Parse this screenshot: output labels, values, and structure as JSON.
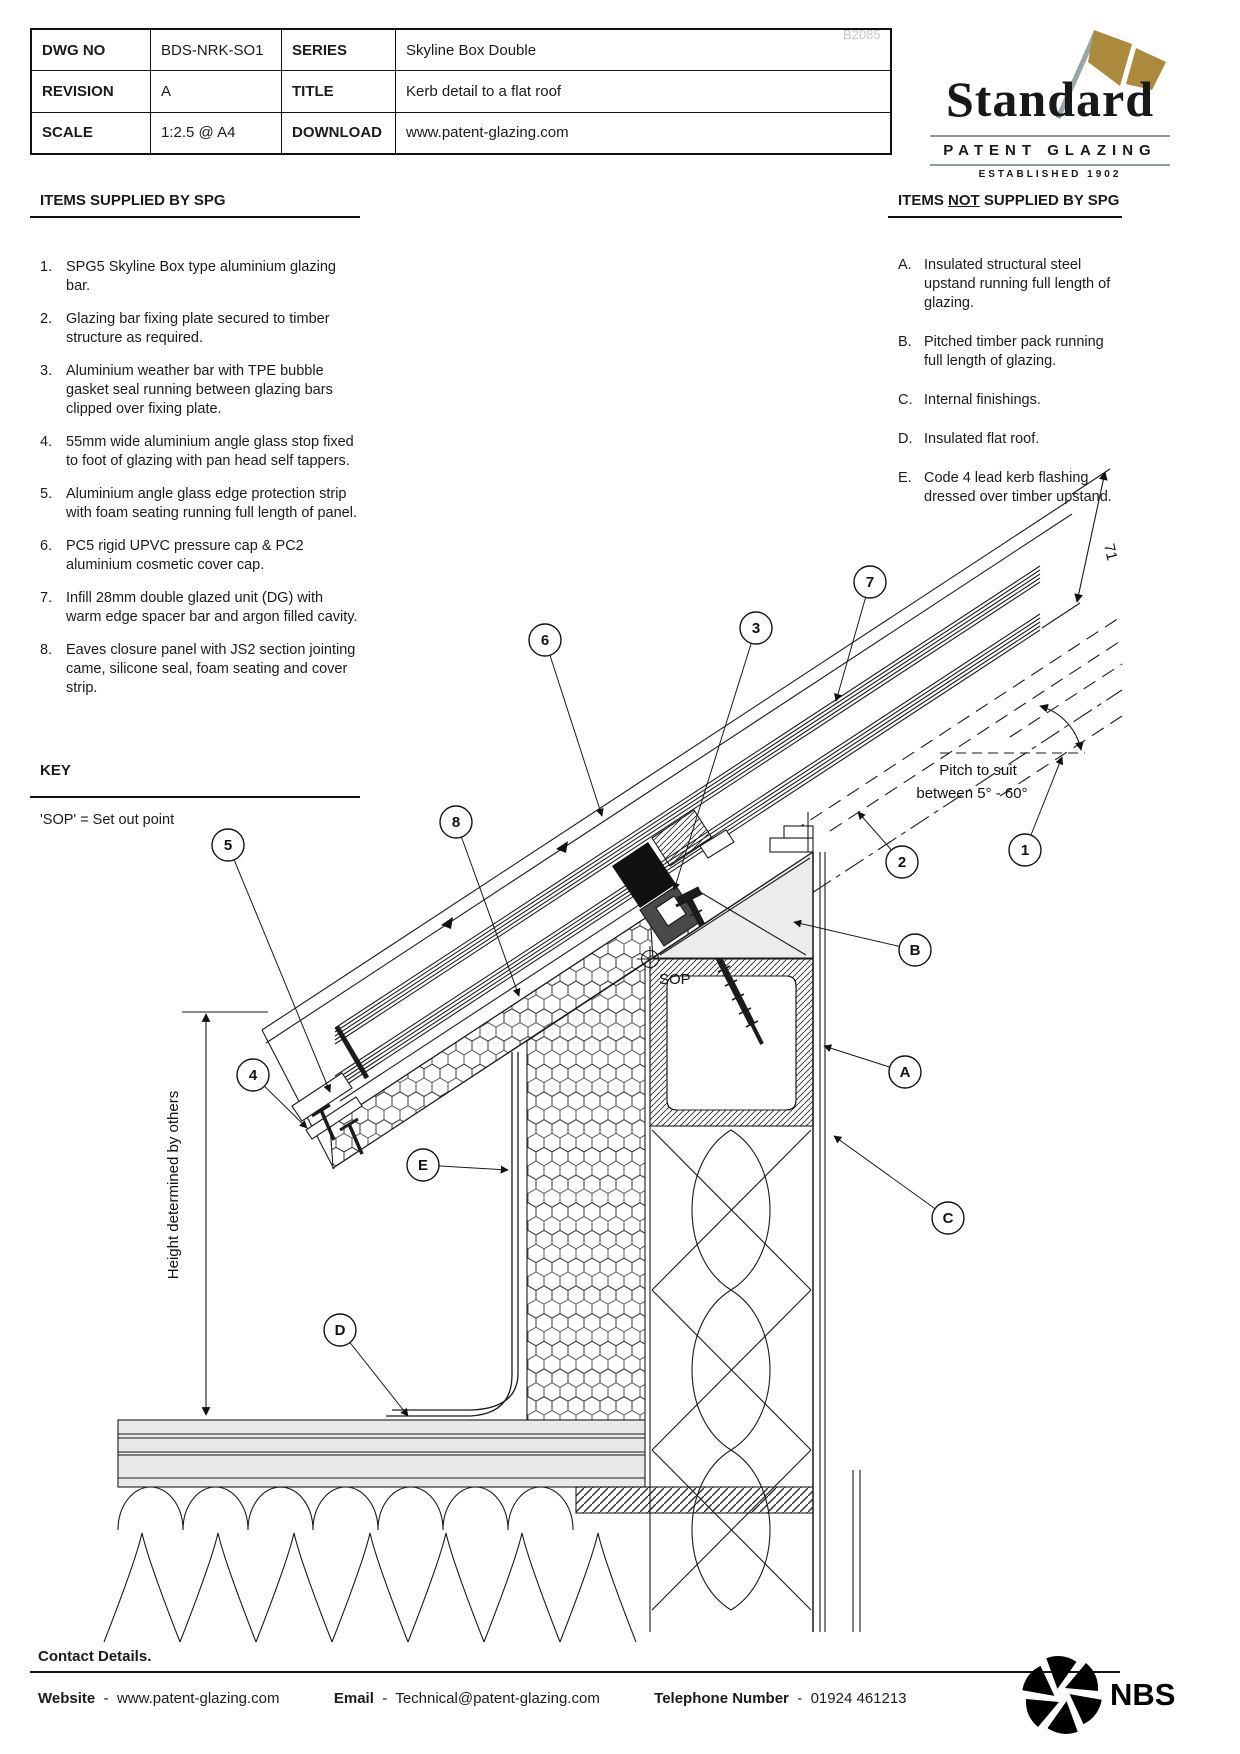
{
  "watermark": "B2085",
  "title_block": {
    "rows": [
      {
        "l1": "DWG NO",
        "v1": "BDS-NRK-SO1",
        "l2": "SERIES",
        "v2": "Skyline Box Double"
      },
      {
        "l1": "REVISION",
        "v1": "A",
        "l2": "TITLE",
        "v2": "Kerb detail to a flat roof"
      },
      {
        "l1": "SCALE",
        "v1": "1:2.5 @ A4",
        "l2": "DOWNLOAD",
        "v2": "www.patent-glazing.com"
      }
    ]
  },
  "logo": {
    "name": "Standard",
    "tagline": "PATENT GLAZING",
    "established": "ESTABLISHED 1902"
  },
  "supplied": {
    "heading": "ITEMS SUPPLIED BY SPG",
    "items": [
      {
        "n": "1.",
        "text": "SPG5 Skyline Box type aluminium glazing bar."
      },
      {
        "n": "2.",
        "text": "Glazing bar fixing plate secured to timber structure as required."
      },
      {
        "n": "3.",
        "text": "Aluminium weather bar with TPE bubble gasket seal running between glazing bars clipped over fixing plate."
      },
      {
        "n": "4.",
        "text": "55mm wide aluminium angle glass stop fixed to foot of glazing with pan head self tappers."
      },
      {
        "n": "5.",
        "text": "Aluminium angle glass edge protection strip with foam seating running full length of panel."
      },
      {
        "n": "6.",
        "text": "PC5 rigid UPVC pressure cap & PC2 aluminium cosmetic cover cap."
      },
      {
        "n": "7.",
        "text": "Infill 28mm double glazed unit (DG) with warm edge spacer bar and argon filled cavity."
      },
      {
        "n": "8.",
        "text": "Eaves closure panel with JS2 section jointing came, silicone seal, foam seating and cover strip."
      }
    ]
  },
  "not_supplied": {
    "heading_prefix": "ITEMS ",
    "heading_underlined": "NOT",
    "heading_suffix": " SUPPLIED BY SPG",
    "items": [
      {
        "n": "A.",
        "text": "Insulated structural steel upstand running full length of glazing."
      },
      {
        "n": "B.",
        "text": "Pitched timber pack running full length of glazing."
      },
      {
        "n": "C.",
        "text": "Internal finishings."
      },
      {
        "n": "D.",
        "text": "Insulated flat roof."
      },
      {
        "n": "E.",
        "text": "Code 4 lead kerb flashing dressed over timber upstand."
      }
    ]
  },
  "key": {
    "heading": "KEY",
    "entry": "'SOP' = Set out point"
  },
  "drawing": {
    "balloons": [
      "1",
      "2",
      "3",
      "4",
      "5",
      "6",
      "7",
      "8",
      "A",
      "B",
      "C",
      "D",
      "E"
    ],
    "labels": {
      "dim": "71",
      "pitch_line1": "Pitch to suit",
      "pitch_line2": "between 5° - 60°",
      "sop": "SOP",
      "height_note": "Height determined by others"
    }
  },
  "footer": {
    "heading": "Contact Details.",
    "website_label": "Website",
    "separator": "-",
    "website": "www.patent-glazing.com",
    "email_label": "Email",
    "email": "Technical@patent-glazing.com",
    "phone_label": "Telephone Number",
    "phone": "01924 461213",
    "nbs": "NBS"
  }
}
